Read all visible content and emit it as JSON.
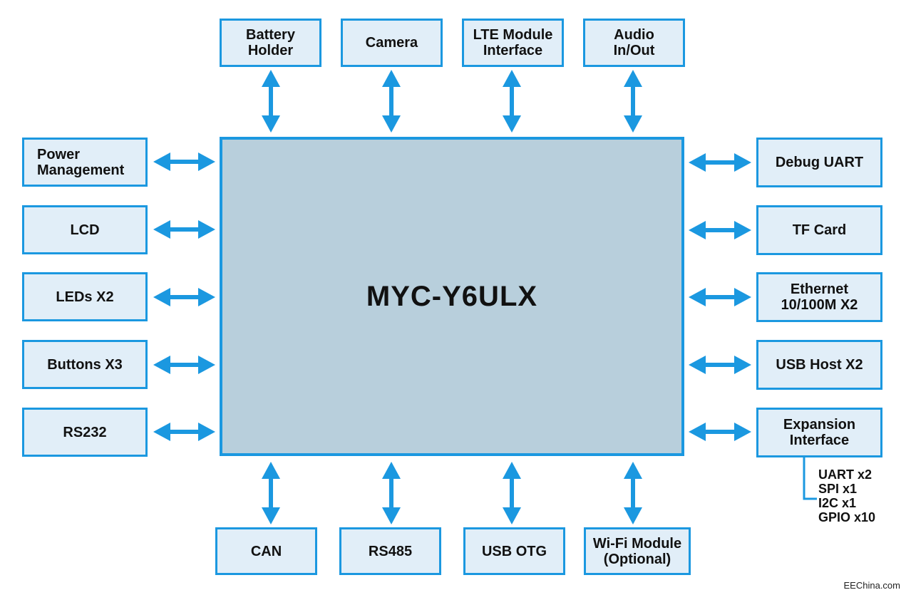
{
  "core": {
    "label": "MYC-Y6ULX"
  },
  "top": [
    {
      "label": "Battery\nHolder"
    },
    {
      "label": "Camera"
    },
    {
      "label": "LTE  Module\nInterface"
    },
    {
      "label": "Audio\nIn/Out"
    }
  ],
  "left": [
    {
      "label": "Power\nManagement"
    },
    {
      "label": "LCD"
    },
    {
      "label": "LEDs X2"
    },
    {
      "label": "Buttons X3"
    },
    {
      "label": "RS232"
    }
  ],
  "right": [
    {
      "label": "Debug UART"
    },
    {
      "label": "TF  Card"
    },
    {
      "label": "Ethernet\n10/100M  X2"
    },
    {
      "label": "USB  Host X2"
    },
    {
      "label": "Expansion\nInterface"
    }
  ],
  "bottom": [
    {
      "label": "CAN"
    },
    {
      "label": "RS485"
    },
    {
      "label": "USB  OTG"
    },
    {
      "label": "Wi-Fi Module\n(Optional)"
    }
  ],
  "expansion_items": [
    "UART x2",
    "SPI x1",
    "I2C x1",
    "GPIO x10"
  ],
  "watermark": "EEChina.com",
  "colors": {
    "border": "#1b98e0",
    "box_fill": "#e1eef8",
    "core_fill": "#b8cfdc",
    "arrow": "#1b98e0"
  }
}
